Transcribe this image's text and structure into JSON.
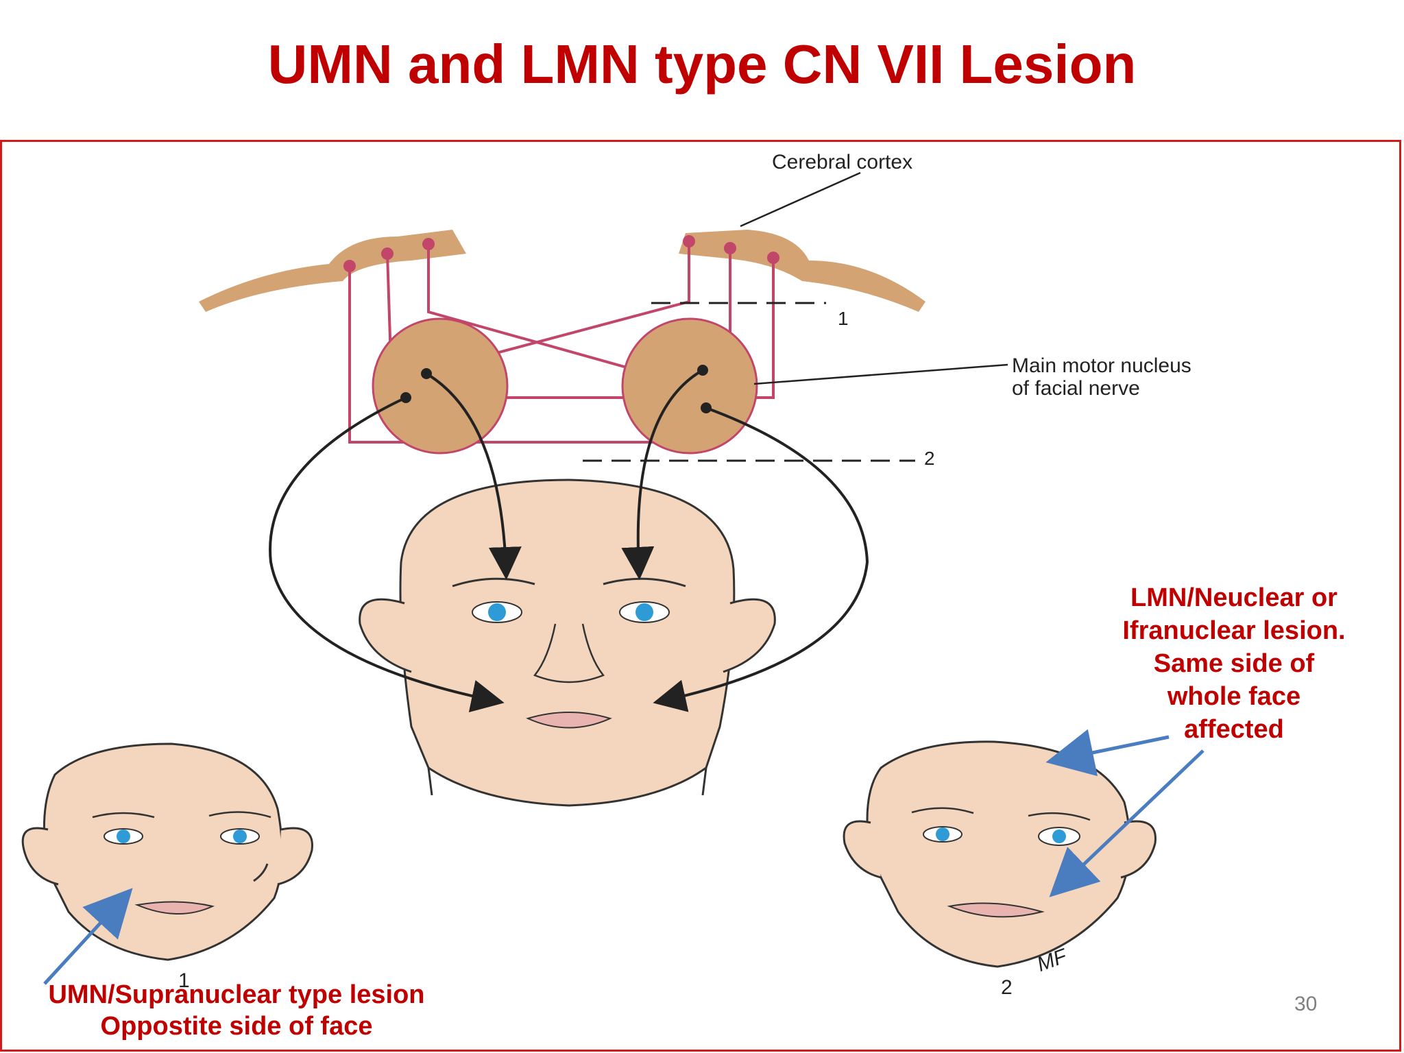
{
  "slide": {
    "title": "UMN and LMN type CN VII Lesion",
    "page_number": "30"
  },
  "diagram": {
    "labels": {
      "cortex": "Cerebral cortex",
      "nucleus_line1": "Main motor nucleus",
      "nucleus_line2": "of facial nerve",
      "lesion_1": "1",
      "lesion_2": "2",
      "face_1": "1",
      "face_2": "2",
      "signature": "MF"
    }
  },
  "notes": {
    "lmn": [
      "LMN/Neuclear or",
      "Ifranuclear lesion.",
      "Same side of",
      "whole face",
      "affected"
    ],
    "umn": [
      "UMN/Supranuclear type lesion",
      "Oppostite side of face"
    ]
  },
  "colors": {
    "title": "#c00000",
    "frame": "#d11a1a",
    "skin": "#f3d6bd",
    "cortex": "#d4a373",
    "tract": "#c2456a",
    "arrow": "#4a7cc0"
  }
}
